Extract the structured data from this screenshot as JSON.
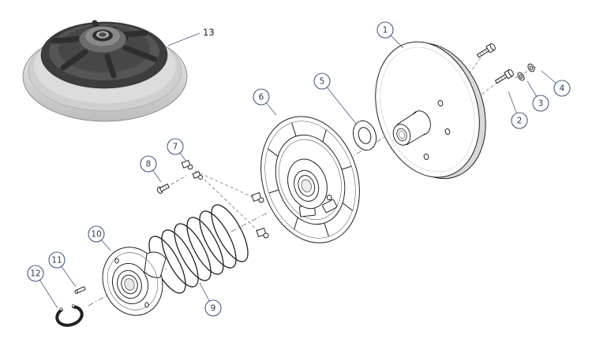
{
  "figure": {
    "type": "exploded-parts-diagram",
    "background": "#ffffff"
  },
  "colors": {
    "line": "#222222",
    "balloon_outline": "#4a5d82",
    "balloon_number": "#2b3b55",
    "dash_line": "#6a6a6a",
    "metal_light": "#dcdcdc",
    "metal_mid": "#9a9a9a",
    "metal_dark": "#3d3d3d"
  },
  "callouts": [
    {
      "label": "1",
      "part": "sheave-disc"
    },
    {
      "label": "2",
      "part": "bolt"
    },
    {
      "label": "3",
      "part": "washer"
    },
    {
      "label": "4",
      "part": "nut"
    },
    {
      "label": "5",
      "part": "shim-washer"
    },
    {
      "label": "6",
      "part": "spider-sheave"
    },
    {
      "label": "7",
      "part": "roller-clip"
    },
    {
      "label": "8",
      "part": "screw"
    },
    {
      "label": "9",
      "part": "coil-spring"
    },
    {
      "label": "10",
      "part": "cam-cup"
    },
    {
      "label": "11",
      "part": "pin"
    },
    {
      "label": "12",
      "part": "retaining-ring"
    },
    {
      "label": "13",
      "part": "assembled-clutch"
    }
  ]
}
